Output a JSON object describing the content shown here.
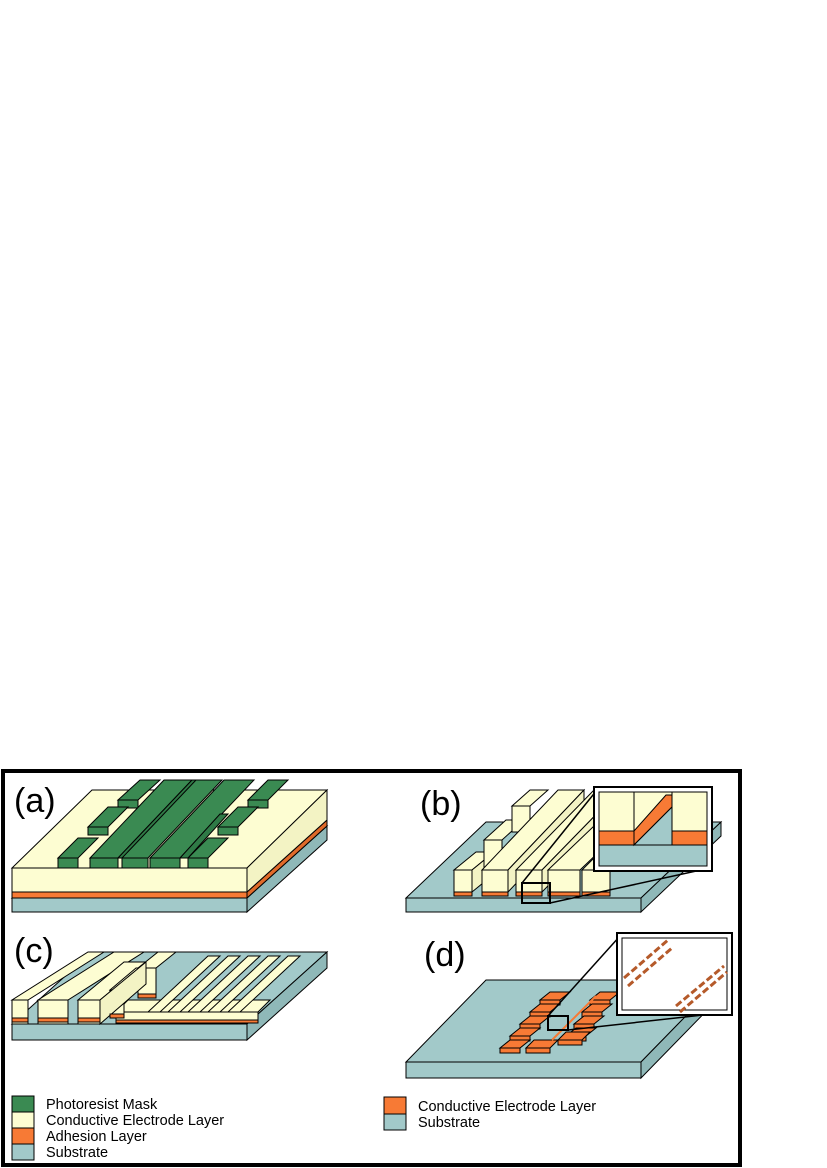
{
  "panels": {
    "a": {
      "label": "(a)"
    },
    "b": {
      "label": "(b)"
    },
    "c": {
      "label": "(c)"
    },
    "d": {
      "label": "(d)"
    }
  },
  "legend_left": [
    {
      "label": "Photoresist Mask",
      "color": "#3a8a52"
    },
    {
      "label": "Conductive Electrode Layer",
      "color": "#fdfdd2"
    },
    {
      "label": "Adhesion Layer",
      "color": "#f77a35"
    },
    {
      "label": "Substrate",
      "color": "#a2c9c9"
    }
  ],
  "legend_right": [
    {
      "label": "Conductive Electrode Layer",
      "color": "#f77a35"
    },
    {
      "label": "Substrate",
      "color": "#a2c9c9"
    }
  ]
}
